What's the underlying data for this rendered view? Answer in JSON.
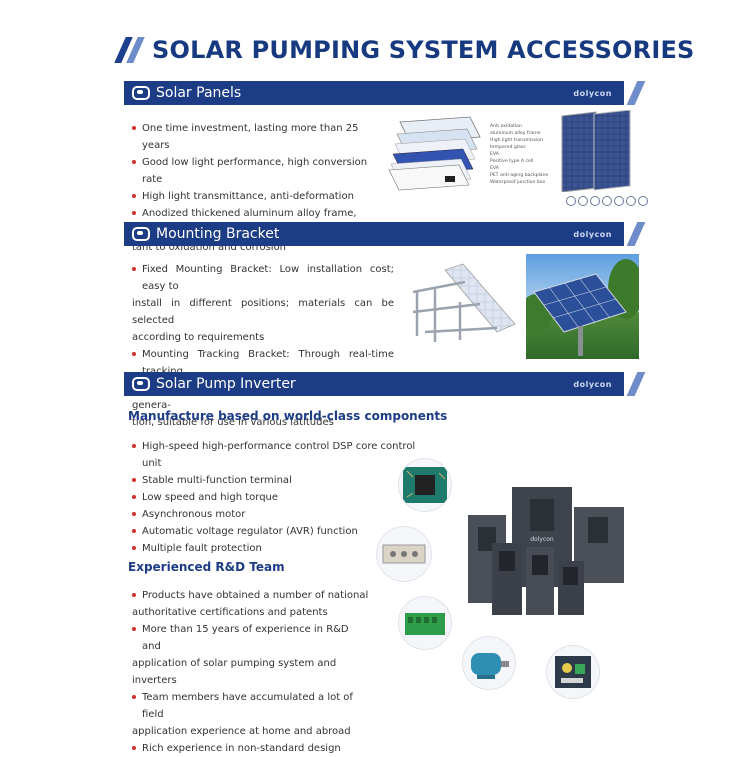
{
  "page_title": "SOLAR PUMPING SYSTEM ACCESSORIES",
  "brand": "dolycon",
  "sections": {
    "solar_panels": {
      "title": "Solar Panels",
      "bullets": [
        "One time investment, lasting more than 25 years",
        "Good low light performance, high conversion rate",
        "High light transmittance, anti-deformation",
        "Anodized thickened aluminum alloy frame, resis-",
        "tant to oxidation and corrosion"
      ],
      "diagram_labels": [
        "Anti oxidation",
        "aluminum alloy frame",
        "High light transmission",
        "tempered glass",
        "EVA",
        "Positive type A cell",
        "EVA",
        "PET anti-aging backplane",
        "Waterproof junction box"
      ]
    },
    "mounting_bracket": {
      "title": "Mounting Bracket",
      "bullets": [
        "Fixed Mounting Bracket: Low installation cost; easy to",
        "install in different positions; materials can be selected",
        "according to requirements",
        "Mounting Tracking Bracket: Through real-time tracking",
        "of the sun's rays, to obtain the maximum power genera-",
        "tion, suitable for use in various latitudes"
      ]
    },
    "inverter": {
      "title": "Solar Pump Inverter",
      "subheading_1": "Manufacture based on world-class components",
      "bullets_1": [
        "High-speed high-performance control DSP core control unit",
        "Stable multi-function terminal",
        "Low speed and high torque",
        "Asynchronous motor",
        "Automatic voltage regulator (AVR) function",
        "Multiple fault protection"
      ],
      "subheading_2": "Experienced R&D Team",
      "bullets_2": [
        "Products have obtained a number of national",
        "authoritative certifications and patents",
        "More than 15 years of experience in R&D and",
        "application of solar pumping system and inverters",
        "Team members have accumulated a lot of field",
        "application experience at home and abroad",
        "Rich experience in non-standard design"
      ]
    }
  },
  "colors": {
    "navy": "#1d3c86",
    "light_blue": "#6d8cc9",
    "bullet_red": "#d0312d"
  }
}
